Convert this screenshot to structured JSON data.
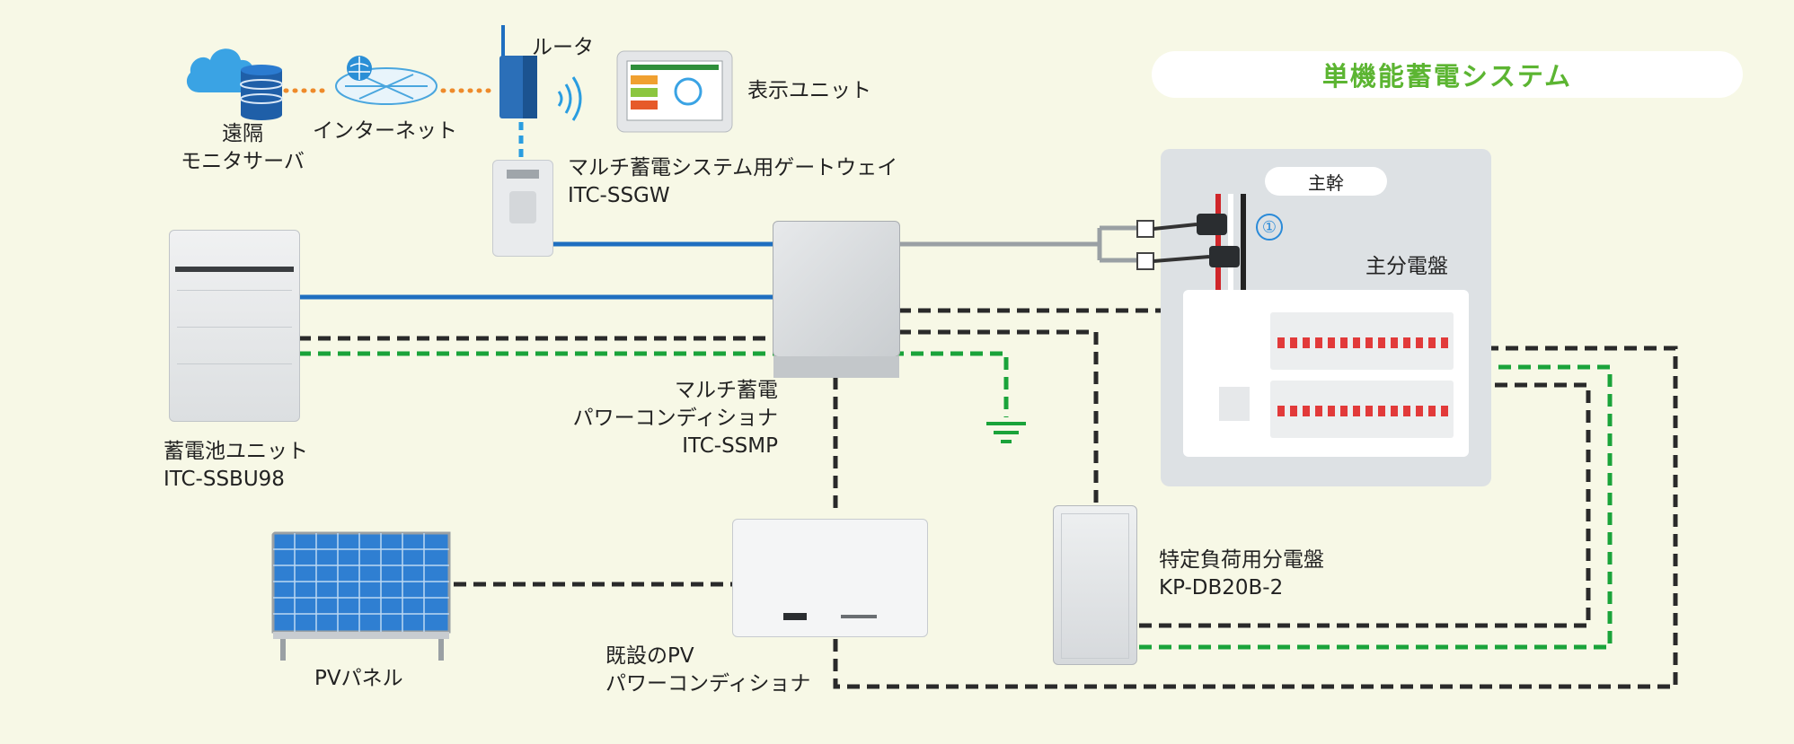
{
  "title": "単機能蓄電システム",
  "colors": {
    "background": "#f7f8e6",
    "title_green": "#5cb532",
    "comm_blue": "#1f6fc0",
    "ground_green": "#1aa33a",
    "power_black": "#222222",
    "ct_gray": "#9aa0a4"
  },
  "labels": {
    "remote_server_line1": "遠隔",
    "remote_server_line2": "モニタサーバ",
    "internet": "インターネット",
    "router": "ルータ",
    "display_unit": "表示ユニット",
    "gateway_line1": "マルチ蓄電システム用ゲートウェイ",
    "gateway_line2": "ITC-SSGW",
    "battery_line1": "蓄電池ユニット",
    "battery_line2": "ITC-SSBU98",
    "pcs_line1": "マルチ蓄電",
    "pcs_line2": "パワーコンディショナ",
    "pcs_line3": "ITC-SSMP",
    "pv_panel": "PVパネル",
    "pv_pcs_line1": "既設のPV",
    "pv_pcs_line2": "パワーコンディショナ",
    "main_trunk": "主幹",
    "ct_number": "①",
    "main_panel": "主分電盤",
    "specific_panel_line1": "特定負荷用分電盤",
    "specific_panel_line2": "KP-DB20B-2"
  },
  "icons": [
    "cloud-icon",
    "database-icon",
    "globe-icon",
    "router-icon",
    "wifi-icon",
    "tablet-icon",
    "ground-icon",
    "ct-sensor-icon"
  ]
}
